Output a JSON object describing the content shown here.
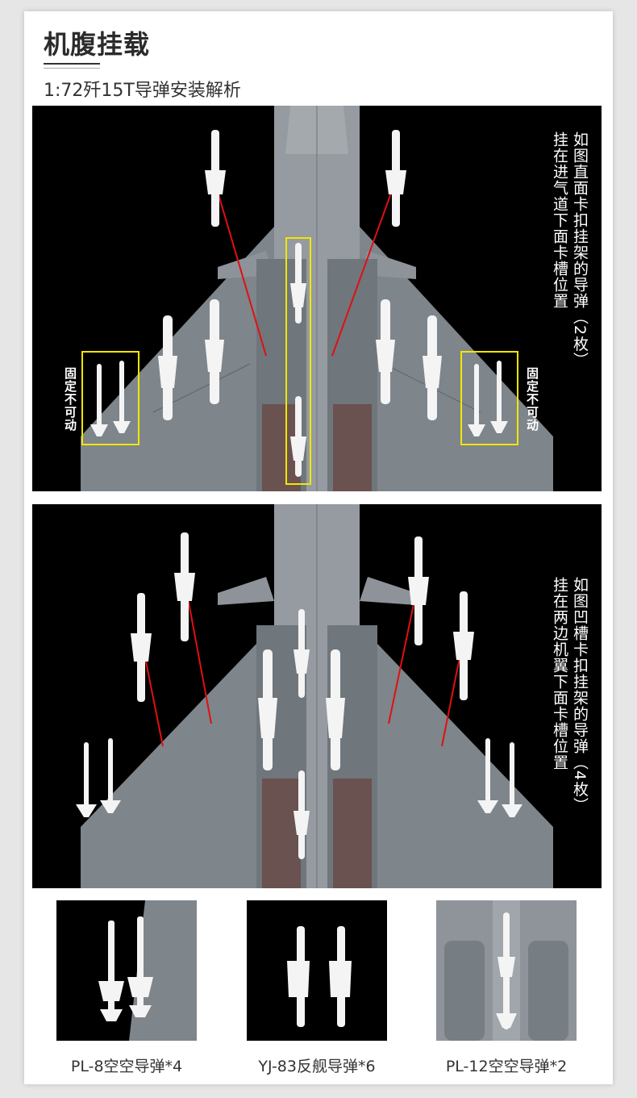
{
  "header": {
    "title": "机腹挂载",
    "subtitle": "1:72歼15T导弹安装解析"
  },
  "panel_top": {
    "note_line1": "如图直面卡扣挂架的导弹（2枚）",
    "note_line2": "挂在进气道下面卡槽位置",
    "left_tag": "固定不可动",
    "right_tag": "固定不可动"
  },
  "panel_bottom": {
    "note_line1": "如图凹槽卡扣挂架的导弹（4枚）",
    "note_line2": "挂在两边机翼下面卡槽位置"
  },
  "products": [
    {
      "caption": "PL-8空空导弹*4",
      "icon": "pl8-missile-photo"
    },
    {
      "caption": "YJ-83反舰导弹*6",
      "icon": "yj83-missile-photo"
    },
    {
      "caption": "PL-12空空导弹*2",
      "icon": "pl12-missile-photo"
    }
  ],
  "colors": {
    "background": "#000000",
    "airframe": "#8a9096",
    "highlight_box": "#f2e600",
    "pointer_line": "#e01010",
    "missile": "#f4f4f4"
  }
}
